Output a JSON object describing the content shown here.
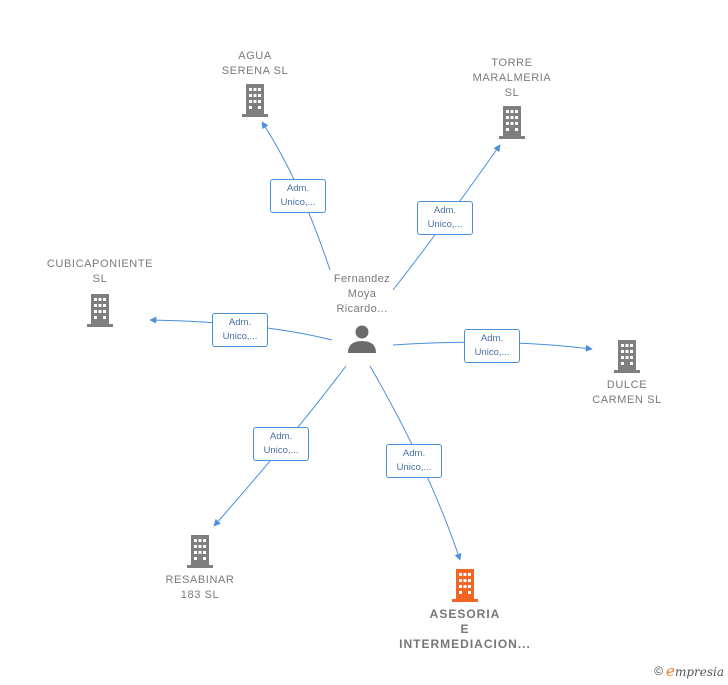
{
  "center": {
    "name_lines": [
      "Fernandez",
      "Moya",
      "Ricardo..."
    ],
    "icon": "person-icon"
  },
  "companies": [
    {
      "id": "agua",
      "lines": [
        "AGUA",
        "SERENA  SL"
      ],
      "color": "#7f7f7f"
    },
    {
      "id": "torre",
      "lines": [
        "TORRE",
        "MARALMERIA",
        "SL"
      ],
      "color": "#7f7f7f"
    },
    {
      "id": "cubica",
      "lines": [
        "CUBICAPONIENTE",
        "SL"
      ],
      "color": "#7f7f7f"
    },
    {
      "id": "dulce",
      "lines": [
        "DULCE",
        "CARMEN  SL"
      ],
      "color": "#7f7f7f"
    },
    {
      "id": "resabinar",
      "lines": [
        "RESABINAR",
        "183  SL"
      ],
      "color": "#7f7f7f"
    },
    {
      "id": "asesoria",
      "lines": [
        "ASESORIA",
        "E",
        "INTERMEDIACION..."
      ],
      "color": "#f26522"
    }
  ],
  "relations": [
    {
      "to": "agua",
      "label": [
        "Adm.",
        "Unico,..."
      ]
    },
    {
      "to": "torre",
      "label": [
        "Adm.",
        "Unico,..."
      ]
    },
    {
      "to": "cubica",
      "label": [
        "Adm.",
        "Unico,..."
      ]
    },
    {
      "to": "dulce",
      "label": [
        "Adm.",
        "Unico,..."
      ]
    },
    {
      "to": "resabinar",
      "label": [
        "Adm.",
        "Unico,..."
      ]
    },
    {
      "to": "asesoria",
      "label": [
        "Adm.",
        "Unico,..."
      ]
    }
  ],
  "colors": {
    "edge": "#4a90d9",
    "building": "#7f7f7f",
    "highlight": "#f26522",
    "person": "#6b6b6b"
  },
  "footer": {
    "copyright": "©",
    "brand_initial": "e",
    "brand_rest": "mpresia"
  }
}
